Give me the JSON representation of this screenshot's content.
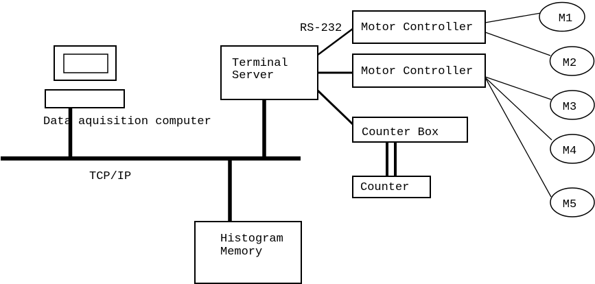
{
  "nodes": {
    "computer": {
      "label": "Data aquisition computer"
    },
    "terminal_server": {
      "line1": "Terminal",
      "line2": "Server"
    },
    "motor_controller_1": {
      "label": "Motor Controller"
    },
    "motor_controller_2": {
      "label": "Motor Controller"
    },
    "counter_box": {
      "label": "Counter Box"
    },
    "counter": {
      "label": "Counter"
    },
    "histogram_memory": {
      "line1": "Histogram",
      "line2": "Memory"
    }
  },
  "links": {
    "rs232": {
      "label": "RS-232"
    },
    "tcpip": {
      "label": "TCP/IP"
    }
  },
  "motors": [
    {
      "label": "M1"
    },
    {
      "label": "M2"
    },
    {
      "label": "M3"
    },
    {
      "label": "M4"
    },
    {
      "label": "M5"
    }
  ],
  "colors": {
    "ink": "#000000",
    "background": "#ffffff"
  }
}
